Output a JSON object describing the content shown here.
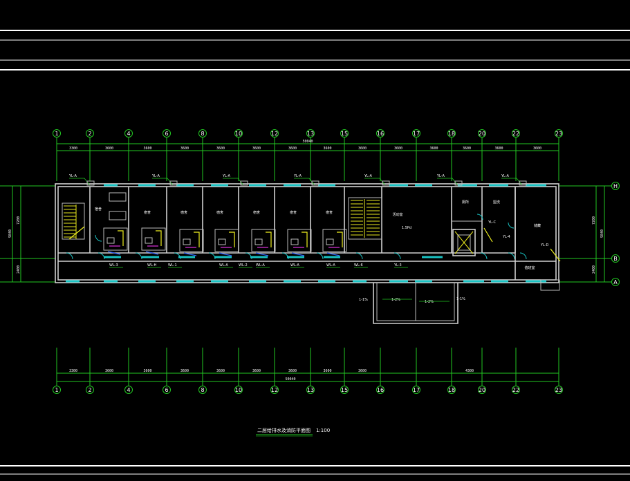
{
  "drawing": {
    "title": "二层给排水及消防平面图",
    "scale": "1:100"
  },
  "axes": [
    "1",
    "2",
    "4",
    "6",
    "8",
    "10",
    "12",
    "13",
    "15",
    "16",
    "17",
    "18",
    "20",
    "22",
    "23"
  ],
  "row_axes": [
    "H",
    "B",
    "A"
  ],
  "dimensions": {
    "top_segments": [
      "3300",
      "3600",
      "3600",
      "3600",
      "3600",
      "3600",
      "3600",
      "3600",
      "3600",
      "3600",
      "3600",
      "3600",
      "3600",
      "3600"
    ],
    "top_total": "50040",
    "bottom_segments": [
      "3300",
      "3600",
      "3600",
      "3600",
      "3600",
      "3600",
      "3600",
      "3600",
      "3600",
      "4300"
    ],
    "bottom_total": "50040",
    "left_vertical": [
      "7200",
      "2400",
      "9840"
    ],
    "right_vertical": [
      "7200",
      "2400",
      "9840"
    ]
  },
  "rooms": {
    "office": "宿舍",
    "lounge": "活动室",
    "lounge_area": "1.5Pd",
    "toilet": "厕所",
    "washroom": "盥洗",
    "storage": "储藏",
    "duty": "值班室"
  },
  "risers": {
    "top": [
      "YL-A",
      "YL-A",
      "YL-A",
      "YL-A",
      "YL-A",
      "YL-A",
      "YL-A"
    ],
    "bottom": [
      "WL-3",
      "WL-H",
      "WL-1",
      "WL-A",
      "WL-2",
      "WL-A",
      "WL-A",
      "WL-A",
      "WL-6",
      "YL-3"
    ],
    "right": [
      "YL-C",
      "YL-4",
      "YL-D"
    ]
  },
  "annex_labels": [
    "1-1%",
    "1-2%",
    "1-2%",
    "1-1%"
  ],
  "colors": {
    "background": "#000000",
    "grid": "#22c822",
    "wall": "#d0d0d0",
    "window": "#19c3c3",
    "stair": "#e8e81e"
  }
}
